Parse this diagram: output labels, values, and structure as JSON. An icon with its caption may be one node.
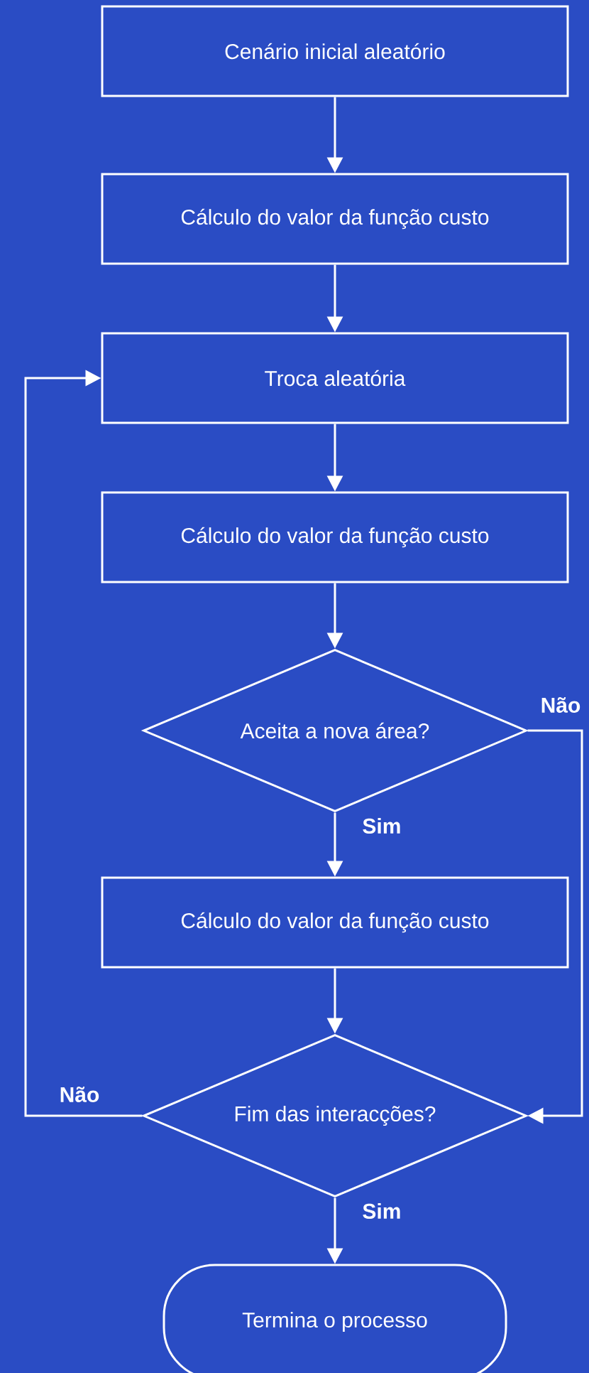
{
  "diagram": {
    "nodes": [
      {
        "text": [
          "Cenário inicial aleatório"
        ]
      },
      {
        "text": [
          "Cálculo do valor da função custo"
        ]
      },
      {
        "text": [
          "Troca aleatória"
        ]
      },
      {
        "text": [
          "Cálculo do valor da função custo"
        ]
      },
      {
        "text": [
          "Aceita a nova área?"
        ]
      },
      {
        "text": [
          "Cálculo do valor da função custo"
        ]
      },
      {
        "text": [
          "Fim das interacções?"
        ]
      },
      {
        "text": [
          "Termina o processo"
        ]
      }
    ],
    "edges": [
      {
        "from": 0,
        "to": 1,
        "arrow": "to"
      },
      {
        "from": 1,
        "to": 2,
        "arrow": "to"
      },
      {
        "from": 2,
        "to": 3,
        "arrow": "to"
      },
      {
        "from": 3,
        "to": 4,
        "arrow": "to"
      },
      {
        "from": 4,
        "to": 5,
        "arrow": "to",
        "label": "Sim"
      },
      {
        "from": 4,
        "to": 6,
        "arrow": "to",
        "label": "Não"
      },
      {
        "from": 5,
        "to": 6,
        "arrow": "to"
      },
      {
        "from": 6,
        "to": 2,
        "arrow": "to",
        "label": "Não"
      },
      {
        "from": 6,
        "to": 7,
        "arrow": "to",
        "label": "Sim"
      }
    ]
  }
}
